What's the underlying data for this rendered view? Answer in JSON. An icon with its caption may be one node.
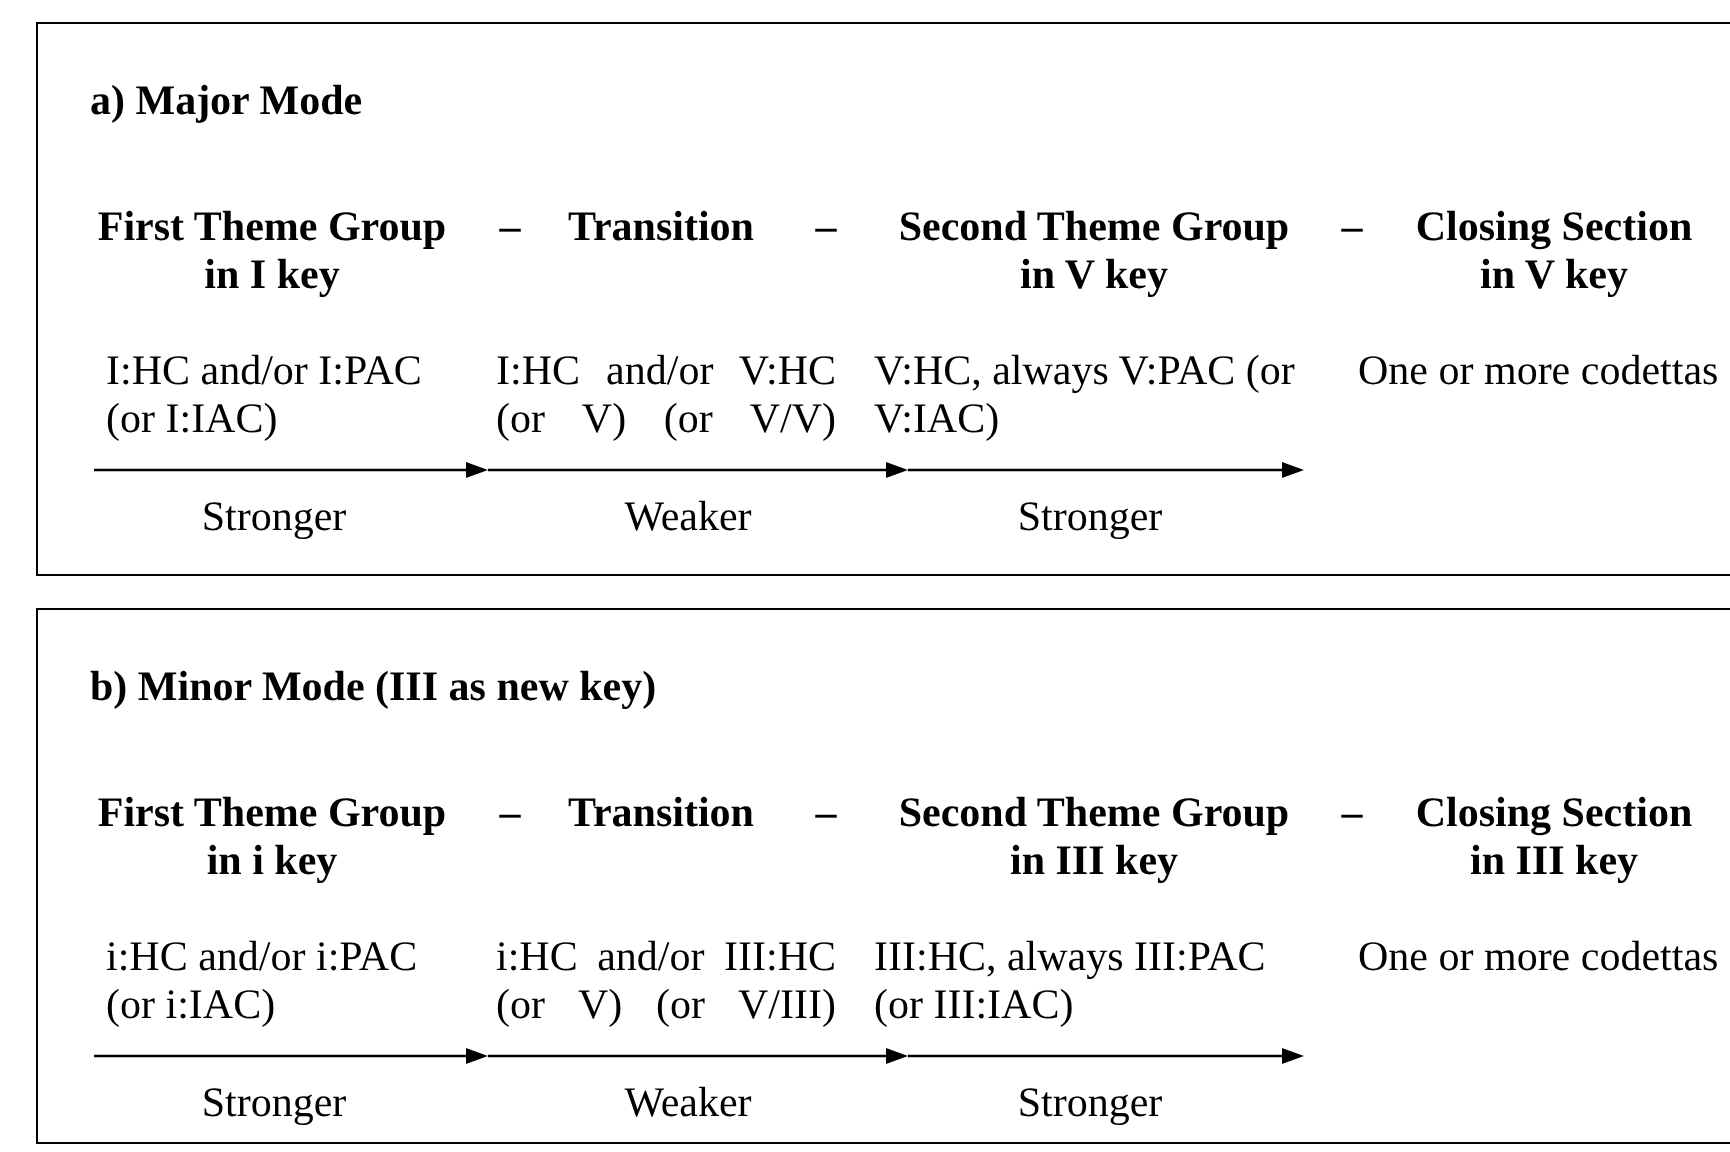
{
  "diagram": {
    "nodes": [
      {
        "text": [
          "a) Major Mode"
        ]
      },
      {
        "text": [
          "b) Minor Mode (III as new key)"
        ]
      }
    ],
    "labels": [
      "First Theme Group in I key",
      "–",
      "Transition",
      "–",
      "Second Theme Group in V key",
      "–",
      "Closing Section in V key",
      "I:HC and/or I:PAC (or I:IAC)",
      "I:HC and/or V:HC (or V) (or V/V)",
      "V:HC, always V:PAC (or V:IAC)",
      "One or more codettas",
      "Stronger",
      "Weaker",
      "Stronger",
      "First Theme Group in i key",
      "–",
      "Transition",
      "–",
      "Second Theme Group in III key",
      "–",
      "Closing Section in III key",
      "i:HC and/or i:PAC (or i:IAC)",
      "i:HC and/or III:HC (or V) (or V/III)",
      "III:HC, always III:PAC (or III:IAC)",
      "One or more codettas",
      "Stronger",
      "Weaker",
      "Stronger"
    ]
  }
}
